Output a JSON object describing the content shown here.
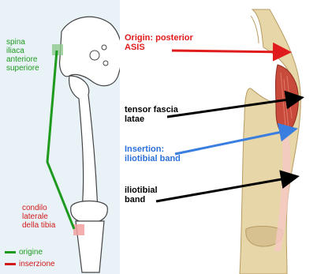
{
  "left": {
    "origin_label": "spina\niliaca\nanteriore\nsuperiore",
    "insertion_label": "condilo\nlaterale\ndella tibia",
    "legend": [
      {
        "label": "origine",
        "color": "#1e9a1e"
      },
      {
        "label": "inserzione",
        "color": "#d11a1a"
      }
    ]
  },
  "right": {
    "origin_label": "Origin: posterior\nASIS",
    "muscle_label": "tensor fascia\nlatae",
    "insertion_label": "Insertion:\niliotibial band",
    "band_label": "iliotibial\nband"
  },
  "colors": {
    "origin": "#1e9a1e",
    "insertion": "#d11a1a",
    "red_arrow": "#e01b1b",
    "black_arrow": "#000000",
    "blue_arrow": "#3a7ee0",
    "blue_text": "#2a6fdb",
    "muscle": "#c84a3a"
  }
}
